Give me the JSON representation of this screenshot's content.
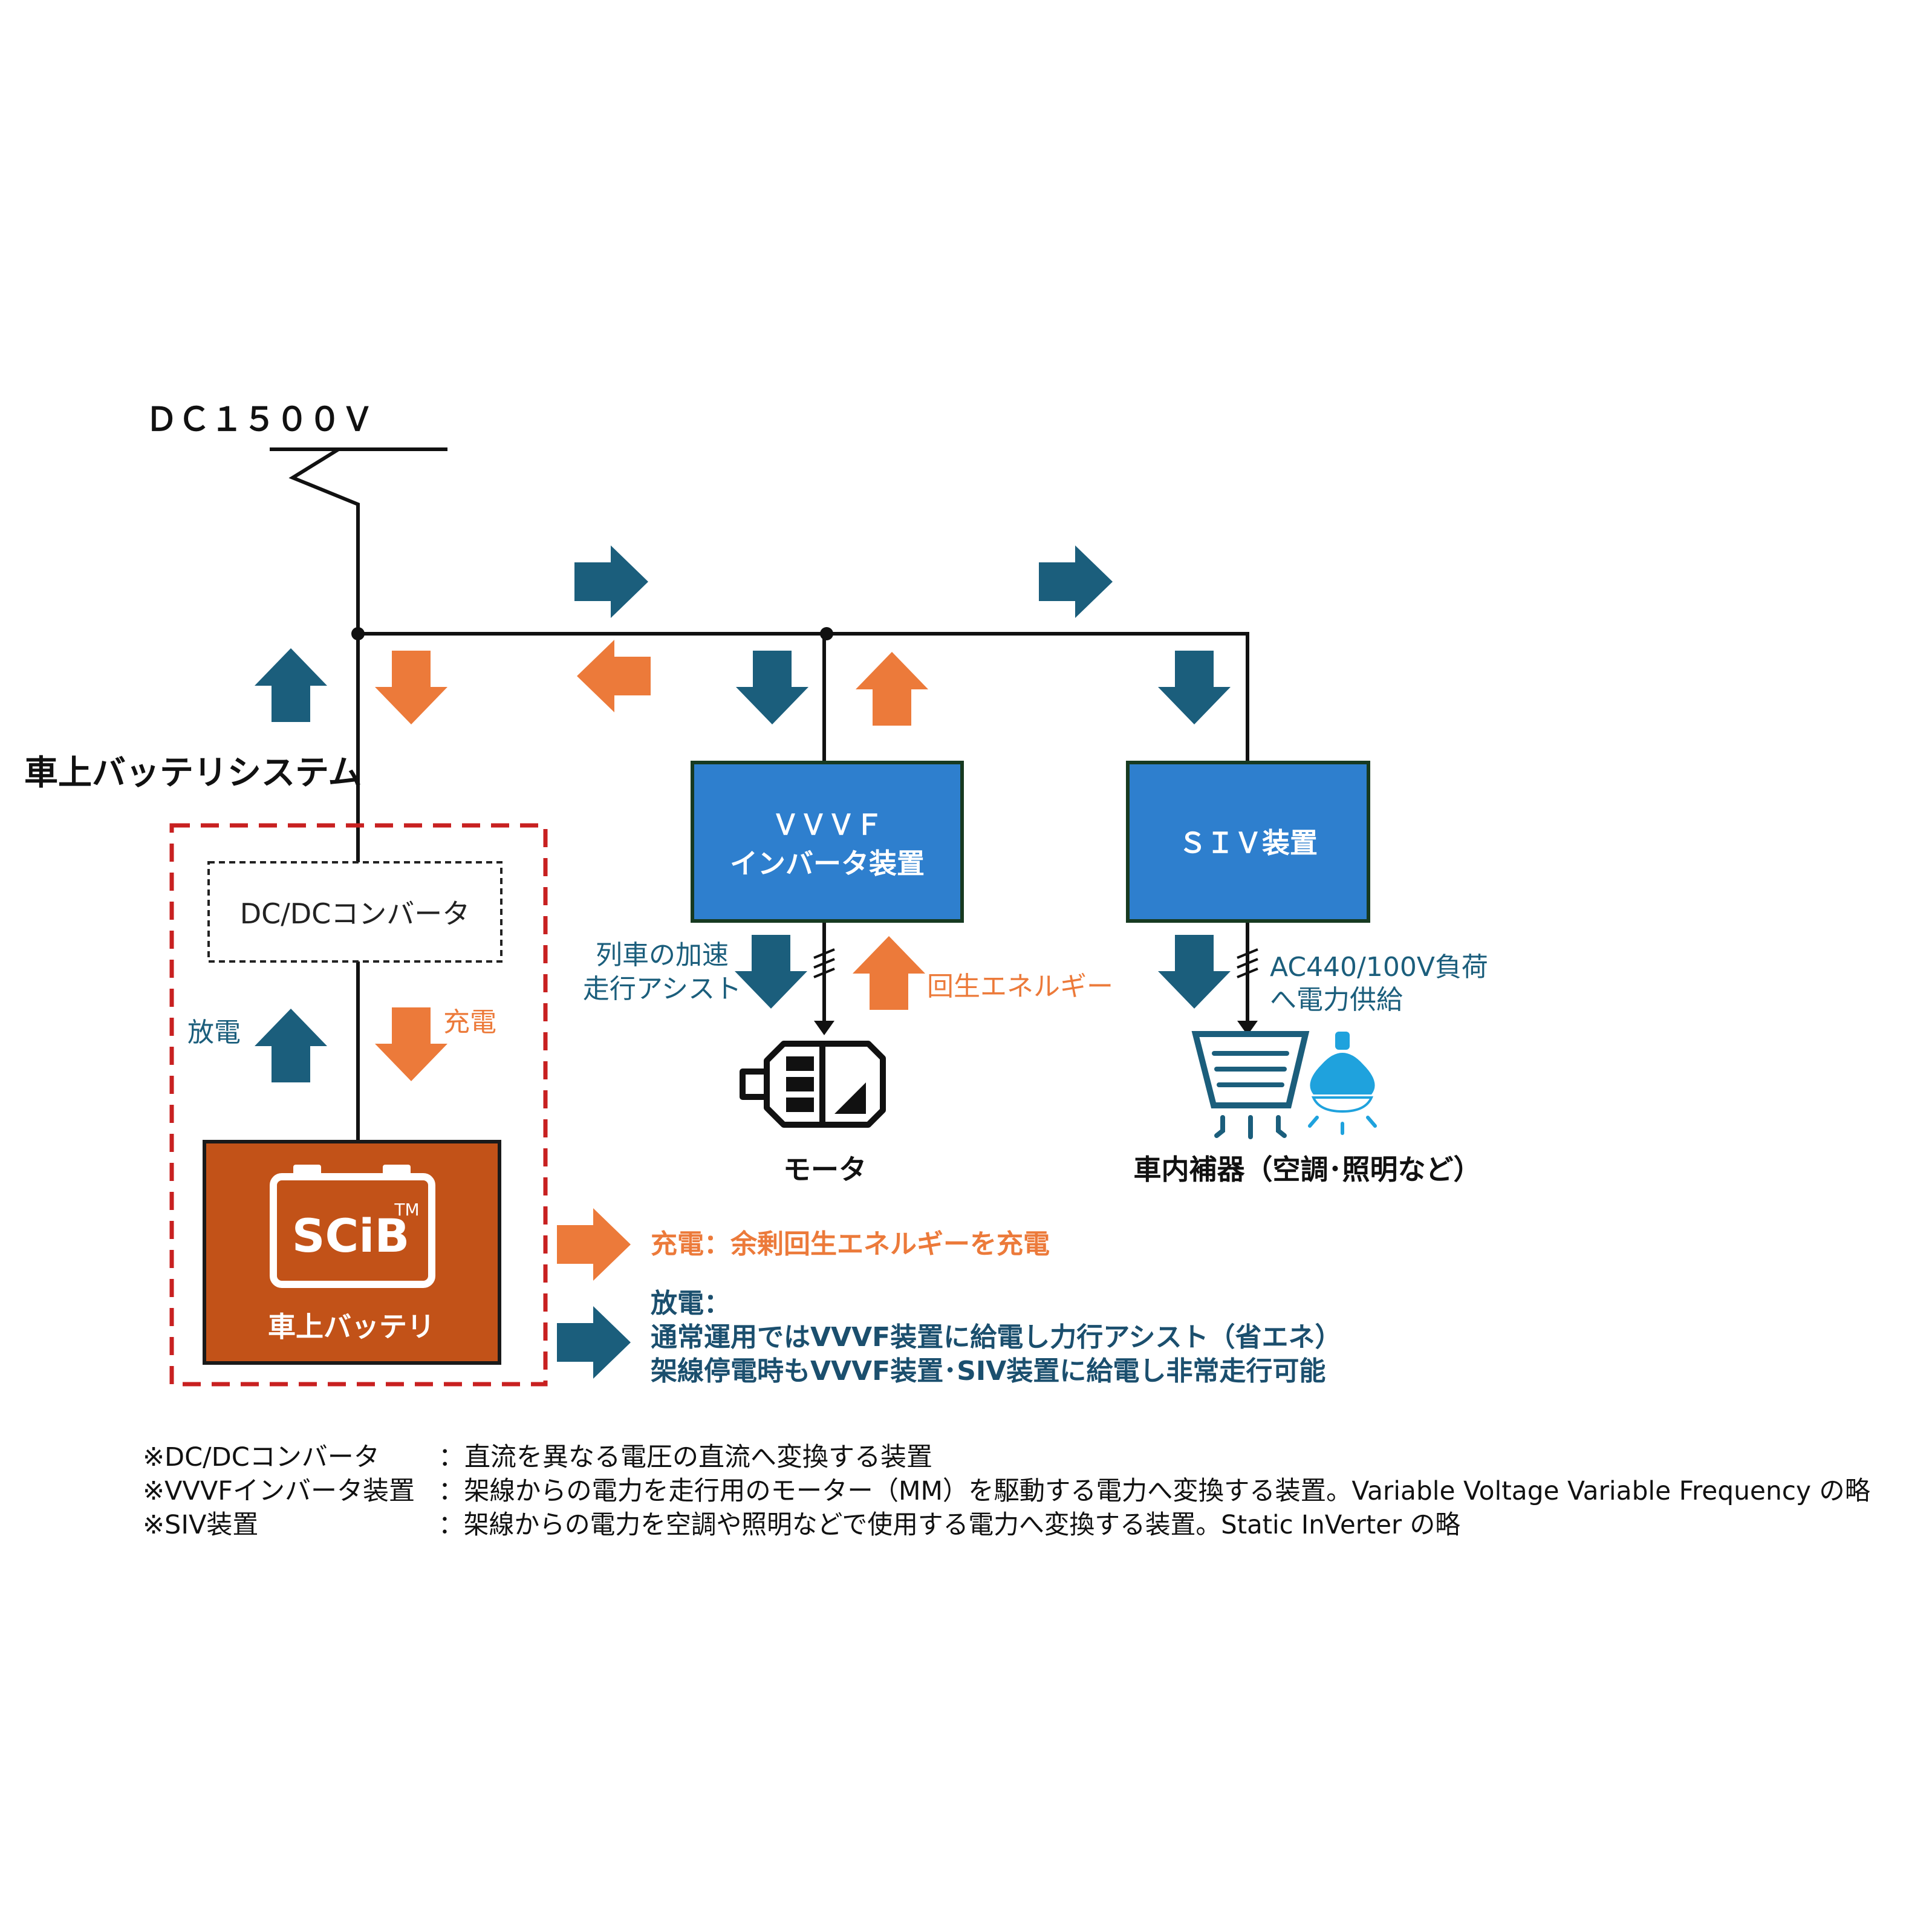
{
  "colors": {
    "blue_arrow": "#1b5e7c",
    "orange_arrow": "#ec7a3a",
    "box_blue": "#2e7fce",
    "box_border": "#173a21",
    "battery": "#c25218",
    "dashed_red": "#c82020",
    "legend_orange": "#ec7a3a",
    "legend_blue": "#1b4f6e",
    "lamp_blue": "#1fa2dd"
  },
  "power": {
    "line_label": "ＤＣ１５００Ｖ"
  },
  "system": {
    "title": "車上バッテリシステム"
  },
  "converter": {
    "label": "DC/DCコンバータ"
  },
  "battery_flow": {
    "discharge": "放電",
    "charge": "充電"
  },
  "battery": {
    "brand": "SCiB",
    "tm": "TM",
    "label": "車上バッテリ"
  },
  "vvvf": {
    "line1": "ＶＶＶＦ",
    "line2": "インバータ装置",
    "assist_line1": "列車の加速",
    "assist_line2": "走行アシスト",
    "regen": "回生エネルギー",
    "motor_label": "モータ"
  },
  "siv": {
    "label": "ＳＩＶ装置",
    "load_line1": "AC440/100V負荷",
    "load_line2": "へ電力供給",
    "aux_label": "車内補器（空調･照明など）"
  },
  "legend": {
    "charge": "充電：余剰回生エネルギーを充電",
    "discharge_title": "放電：",
    "discharge_line1": "通常運用ではVVVF装置に給電し力行アシスト（省エネ）",
    "discharge_line2": "架線停電時もVVVF装置･SIV装置に給電し非常走行可能"
  },
  "notes": [
    {
      "term": "※DC/DCコンバータ",
      "desc": "：直流を異なる電圧の直流へ変換する装置"
    },
    {
      "term": "※VVVFインバータ装置",
      "desc": "：架線からの電力を走行用のモーター（MM）を駆動する電力へ変換する装置。Variable Voltage Variable Frequency の略"
    },
    {
      "term": "※SIV装置",
      "desc": "：架線からの電力を空調や照明などで使用する電力へ変換する装置。Static InVerter の略"
    }
  ]
}
